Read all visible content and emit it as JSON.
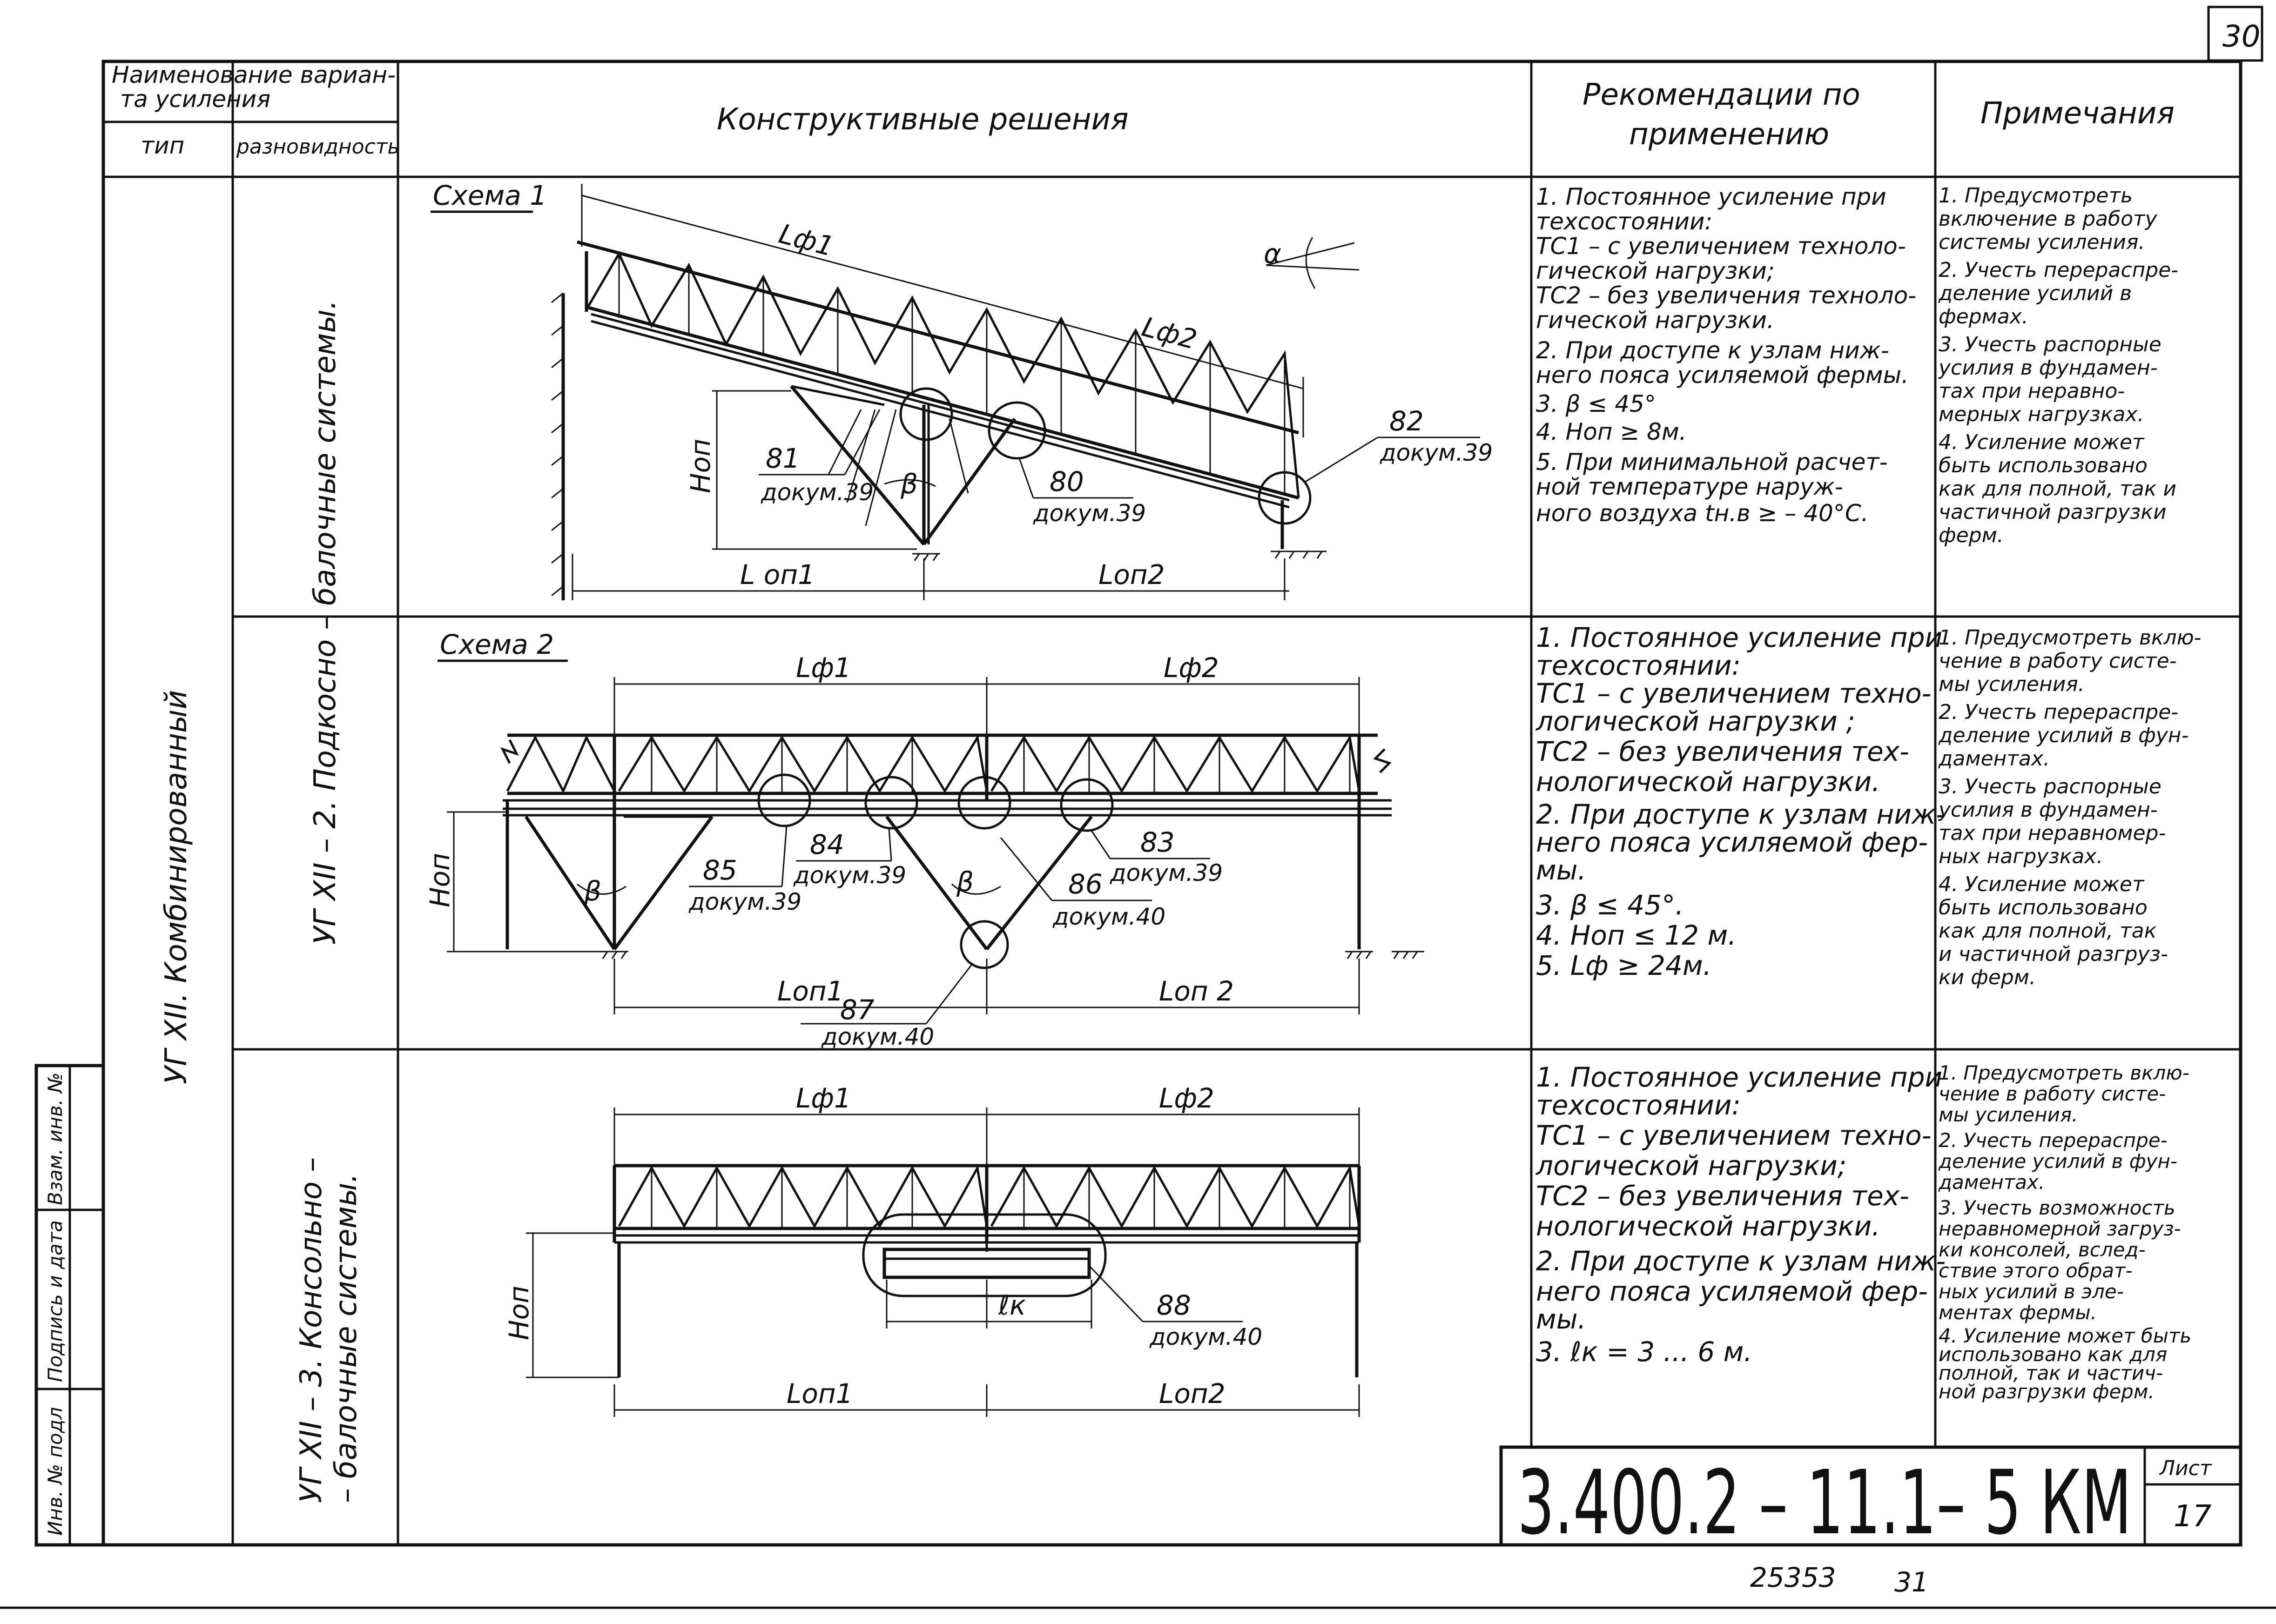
{
  "sheet": {
    "page_number": "30",
    "list_label": "Лист",
    "list_number": "17",
    "code": "3.400.2 – 11.1– 5 КМ",
    "inventory": "25353",
    "inventory_sheet": "31"
  },
  "header": {
    "variant_name": [
      "Наименование вариан-",
      "та   усиления"
    ],
    "type": "тип",
    "kind": "разновидность",
    "solutions": "Конструктивные          решения",
    "recommendations": [
      "Рекомендации  по",
      "применению"
    ],
    "notes": "Примечания"
  },
  "type_label": "УГ XII. Комбинированный",
  "kinds": [
    "УГ XII – 2. Подкосно – балочные  системы.",
    [
      "УГ XII – 3. Консольно –",
      "– балочные  системы."
    ]
  ],
  "stamp": [
    "Инв. № подл",
    "Подпись и дата",
    "Взам. инв. №"
  ],
  "scheme1": {
    "title": "Схема 1",
    "labels": {
      "lf1": "Lф1",
      "lf2": "Lф2",
      "alpha": "α",
      "hop": "Hоп",
      "beta": "β",
      "lop1": "L оп1",
      "lop2": "Lоп2"
    },
    "callouts": [
      {
        "num": "81",
        "doc": "докум.39"
      },
      {
        "num": "80",
        "doc": "докум.39"
      },
      {
        "num": "82",
        "doc": "докум.39"
      }
    ],
    "recommendations": [
      "1. Постоянное усиление при",
      "   техсостоянии:",
      "   ТС1 – с увеличением техноло-",
      "   гической нагрузки;",
      "   ТС2 – без увеличения техноло-",
      "   гической нагрузки.",
      "2. При доступе к узлам ниж-",
      "   него пояса усиляемой фермы.",
      "3. β ≤ 45°",
      "4. Hоп ≥ 8м.",
      "5. При минимальной расчет-",
      "   ной температуре наруж-",
      "   ного воздуха tн.в ≥ – 40°С."
    ],
    "notes": [
      "1. Предусмотреть",
      "   включение в работу",
      "   системы усиления.",
      "2. Учесть перераспре-",
      "   деление усилий в",
      "   фермах.",
      "3. Учесть распорные",
      "   усилия в фундамен-",
      "   тах при неравно-",
      "   мерных нагрузках.",
      "4. Усиление может",
      "   быть использовано",
      "   как для полной, так и",
      "   частичной разгрузки",
      "   ферм."
    ]
  },
  "scheme2": {
    "title": "Схема 2",
    "labels": {
      "lf1": "Lф1",
      "lf2": "Lф2",
      "hop": "Hоп",
      "beta": "β",
      "lop1": "Lоп1",
      "lop2": "Lоп 2"
    },
    "callouts": [
      {
        "num": "84",
        "doc": "докум.39"
      },
      {
        "num": "85",
        "doc": "докум.39"
      },
      {
        "num": "83",
        "doc": "докум.39"
      },
      {
        "num": "86",
        "doc": "докум.40"
      },
      {
        "num": "87",
        "doc": "докум.40"
      }
    ],
    "recommendations": [
      "1. Постоянное усиление при",
      "   техсостоянии:",
      "   ТС1 – с увеличением техно-",
      "   логической нагрузки ;",
      "   ТС2 – без увеличения тех-",
      "   нологической нагрузки.",
      "2. При доступе к узлам ниж-",
      "   него пояса усиляемой фер-",
      "   мы.",
      "3. β ≤ 45°.",
      "4. Hоп ≤ 12 м.",
      "5. Lф ≥ 24м."
    ],
    "notes": [
      "1. Предусмотреть вклю-",
      "   чение в работу систе-",
      "   мы усиления.",
      "2. Учесть перераспре-",
      "   деление усилий в фун-",
      "   даментах.",
      "3. Учесть распорные",
      "   усилия в фундамен-",
      "   тах при неравномер-",
      "   ных нагрузках.",
      "4. Усиление может",
      "   быть использовано",
      "   как для полной, так",
      "   и частичной разгруз-",
      "   ки ферм."
    ]
  },
  "scheme3": {
    "labels": {
      "lf1": "Lф1",
      "lf2": "Lф2",
      "hop": "Hоп",
      "lk": "ℓк",
      "lop1": "Lоп1",
      "lop2": "Lоп2"
    },
    "callouts": [
      {
        "num": "88",
        "doc": "докум.40"
      }
    ],
    "recommendations": [
      "1. Постоянное усиление при",
      "   техсостоянии:",
      "   ТС1 – с увеличением техно-",
      "   логической нагрузки;",
      "   ТС2 – без увеличения тех-",
      "   нологической нагрузки.",
      "2. При доступе к узлам ниж-",
      "   него пояса усиляемой фер-",
      "   мы.",
      "3. ℓк = 3 ... 6 м."
    ],
    "notes": [
      "1. Предусмотреть вклю-",
      "   чение в работу систе-",
      "   мы усиления.",
      "2. Учесть перераспре-",
      "   деление усилий в фун-",
      "   даментах.",
      "3. Учесть возможность",
      "   неравномерной загруз-",
      "   ки консолей, вслед-",
      "   ствие этого обрат-",
      "   ных усилий в эле-",
      "   ментах фермы.",
      "4. Усиление может быть",
      "   использовано как для",
      "   полной, так и частич-",
      "   ной разгрузки ферм."
    ]
  }
}
